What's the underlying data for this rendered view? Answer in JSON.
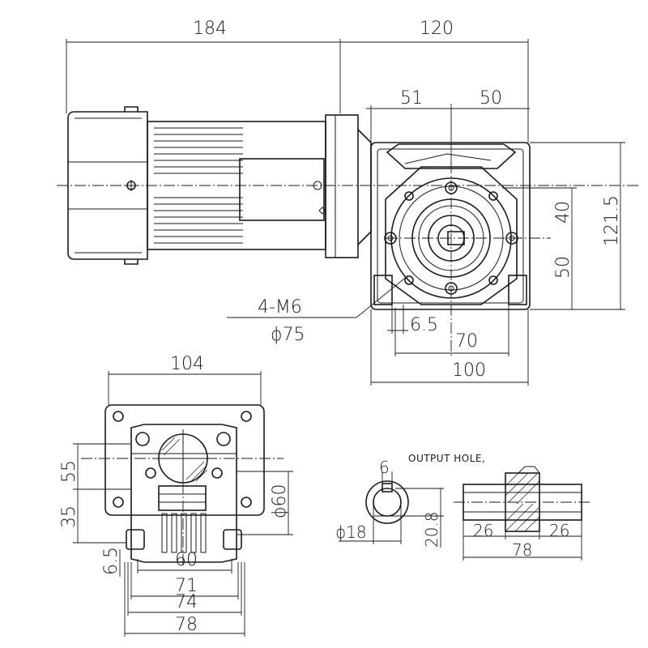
{
  "dimensions": {
    "top_184": "184",
    "top_120": "120",
    "top_51": "51",
    "top_50": "50",
    "right_40": "40",
    "right_121_5": "121.5",
    "right_50": "50",
    "screw": "4-M6",
    "bolt_circle": "ϕ75",
    "d_6_5_top": "6.5",
    "d_70": "70",
    "d_100": "100",
    "d_104": "104",
    "d_55": "55",
    "d_35": "35",
    "d_60_dia": "ϕ60",
    "d_6_5_side": "6.5",
    "d_60": "60",
    "d_71": "71",
    "d_74": "74",
    "d_78": "78",
    "oh_6": "6",
    "oh_18": "ϕ18",
    "oh_20_8": "20.8",
    "oh_26_left": "26",
    "oh_26_right": "26",
    "oh_78": "78"
  },
  "labels": {
    "output_hole": "OUTPUT HOLE,"
  }
}
